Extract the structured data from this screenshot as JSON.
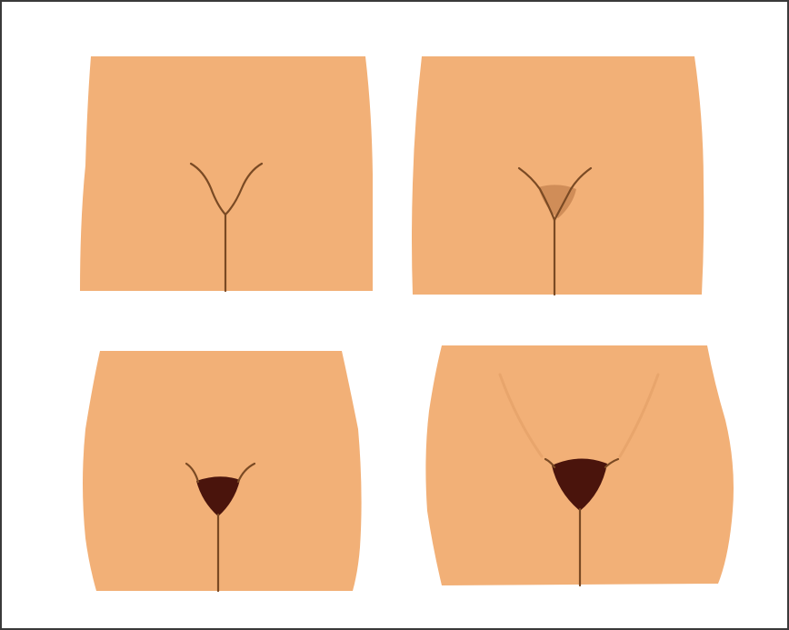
{
  "colors": {
    "skin": "#f2b077",
    "line": "#7a4a24",
    "hair_light": "#d08d58",
    "hair_dark": "#4a140c",
    "thigh_crease": "#e8a56c",
    "background": "#ffffff",
    "border": "#3a3a3a"
  },
  "panels": [
    {
      "stage": 1,
      "hair": "none"
    },
    {
      "stage": 2,
      "hair": "light"
    },
    {
      "stage": 3,
      "hair": "dark"
    },
    {
      "stage": 4,
      "hair": "dark-large"
    }
  ]
}
